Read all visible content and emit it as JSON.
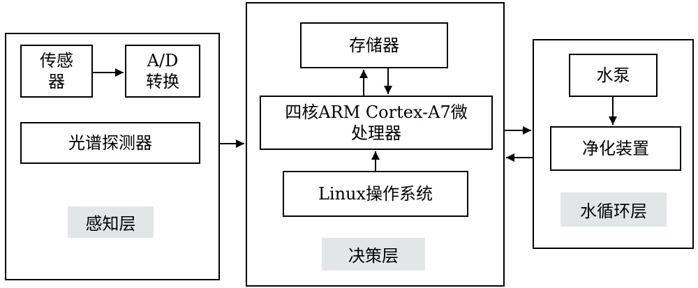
{
  "perception": {
    "label": "感知层",
    "sensor": "传感\n器",
    "ad": "A/D\n转换",
    "spectrum": "光谱探测器"
  },
  "decision": {
    "label": "决策层",
    "memory": "存储器",
    "cpu": "四核ARM Cortex-A7微\n处理器",
    "os": "Linux操作系统"
  },
  "water": {
    "label": "水循环层",
    "pump": "水泵",
    "purifier": "净化装置"
  }
}
